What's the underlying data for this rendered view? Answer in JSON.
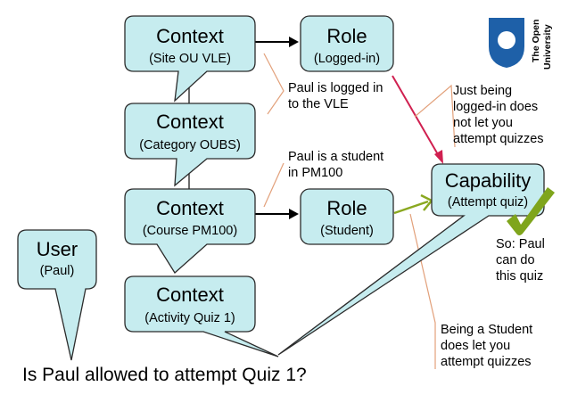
{
  "nodes": {
    "context_site": {
      "title": "Context",
      "subtitle": "(Site OU VLE)"
    },
    "role_logged": {
      "title": "Role",
      "subtitle": "(Logged-in)"
    },
    "context_category": {
      "title": "Context",
      "subtitle": "(Category OUBS)"
    },
    "context_course": {
      "title": "Context",
      "subtitle": "(Course PM100)"
    },
    "role_student": {
      "title": "Role",
      "subtitle": "(Student)"
    },
    "capability": {
      "title": "Capability",
      "subtitle": "(Attempt quiz)"
    },
    "user": {
      "title": "User",
      "subtitle": "(Paul)"
    },
    "context_activity": {
      "title": "Context",
      "subtitle": "(Activity Quiz 1)"
    }
  },
  "notes": {
    "logged_in": [
      "Paul is logged in",
      "to the VLE"
    ],
    "student": [
      "Paul is a student",
      "in PM100"
    ],
    "not_let": [
      "Just being",
      "logged-in does",
      "not let you",
      "attempt quizzes"
    ],
    "so": [
      "So: Paul",
      "can do",
      "this quiz"
    ],
    "does_let": [
      "Being a Student",
      "does let you",
      "attempt quizzes"
    ]
  },
  "question": "Is Paul allowed to attempt Quiz 1?",
  "logo": {
    "line1": "The Open",
    "line2": "University"
  },
  "colors": {
    "box_fill": "#c6ecef",
    "box_stroke": "#2b2b2b",
    "pointer_line": "#e2a07a",
    "arrow_red": "#d02050",
    "arrow_green": "#8aa820",
    "check": "#7fa51c",
    "logo_blue": "#1e60a8"
  },
  "icons": [
    "check-icon",
    "open-university-logo"
  ]
}
